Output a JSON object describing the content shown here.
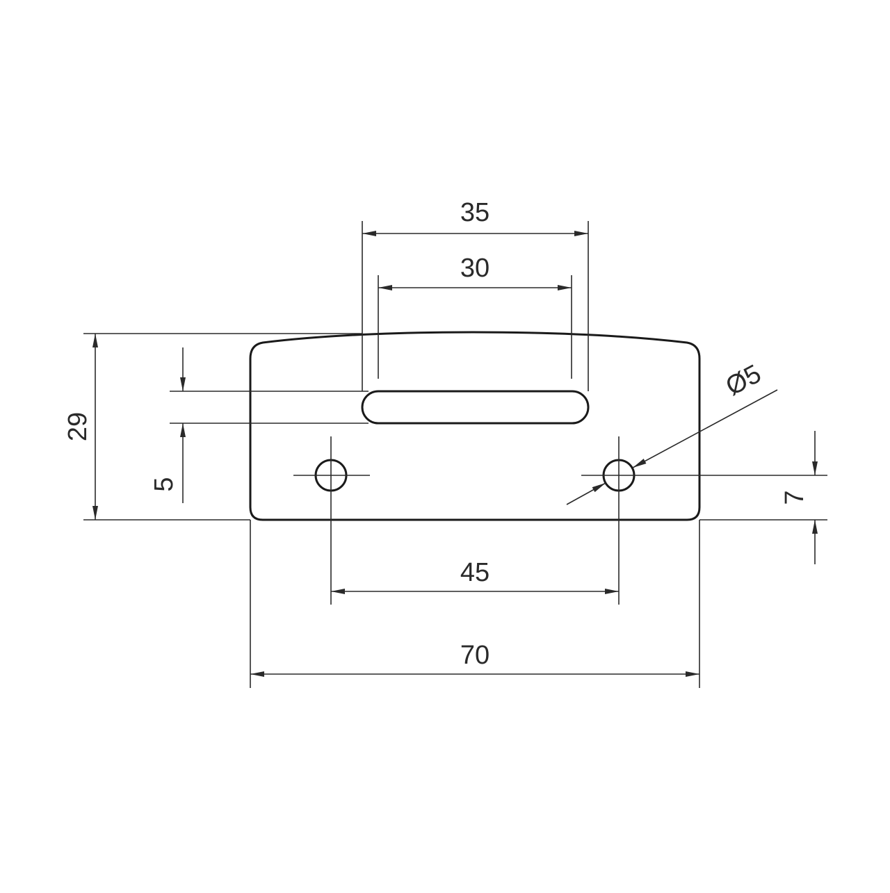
{
  "drawing": {
    "dimensions": {
      "slot_outer_width": "35",
      "slot_inner_width": "30",
      "total_height": "29",
      "slot_height": "5",
      "hole_spacing": "45",
      "total_width": "70",
      "hole_diameter": "Ø5",
      "hole_offset": "7"
    }
  }
}
